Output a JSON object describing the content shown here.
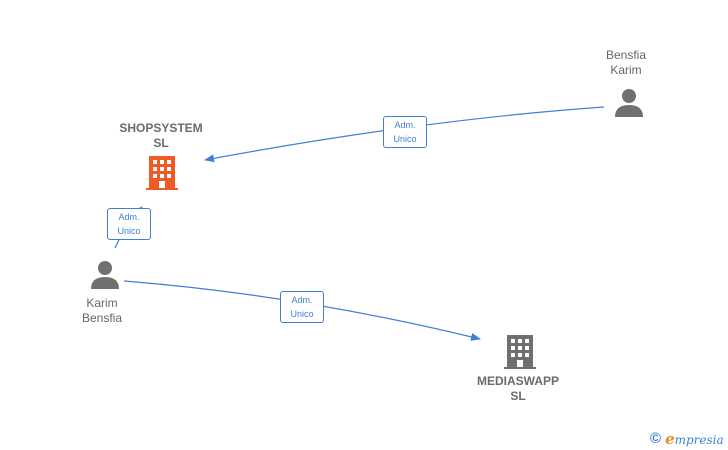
{
  "nodes": {
    "shopsystem": {
      "line1": "SHOPSYSTEM",
      "line2": "SL",
      "type": "company",
      "color": "#f05a24"
    },
    "mediaswapp": {
      "line1": "MEDIASWAPP",
      "line2": "SL",
      "type": "company",
      "color": "#707070"
    },
    "bensfia_karim": {
      "line1": "Bensfia",
      "line2": "Karim",
      "type": "person",
      "color": "#707070"
    },
    "karim_bensfia": {
      "line1": "Karim",
      "line2": "Bensfia",
      "type": "person",
      "color": "#707070"
    }
  },
  "edges": [
    {
      "from": "Bensfia Karim",
      "to": "SHOPSYSTEM SL",
      "label_line1": "Adm.",
      "label_line2": "Unico"
    },
    {
      "from": "Karim Bensfia",
      "to": "SHOPSYSTEM SL",
      "label_line1": "Adm.",
      "label_line2": "Unico"
    },
    {
      "from": "Karim Bensfia",
      "to": "MEDIASWAPP SL",
      "label_line1": "Adm.",
      "label_line2": "Unico"
    }
  ],
  "edge_color": "#3f7fd6",
  "brand": {
    "copyright": "©",
    "initial": "e",
    "name": "mpresia"
  }
}
